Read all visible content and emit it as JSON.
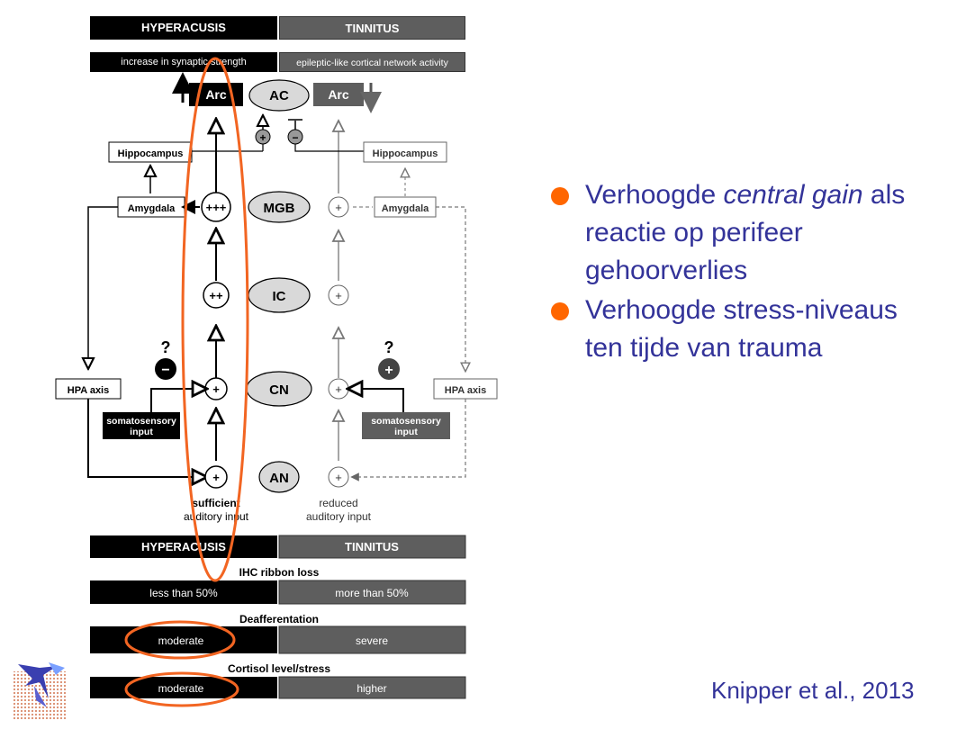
{
  "diagram": {
    "top_left_header": "HYPERACUSIS",
    "top_right_header": "TINNITUS",
    "top_left_sub": "increase in synaptic strength",
    "top_right_sub": "epileptic-like cortical network activity",
    "arc": "Arc",
    "ac": "AC",
    "hippocampus": "Hippocampus",
    "amygdala": "Amygdala",
    "mgb": "MGB",
    "ic": "IC",
    "cn": "CN",
    "an": "AN",
    "hpa_axis": "HPA axis",
    "somatosensory_line1": "somatosensory",
    "somatosensory_line2": "input",
    "question": "?",
    "plus3": "+++",
    "plus2": "++",
    "plus1": "+",
    "minus": "−",
    "sufficient": "sufficient",
    "reduced": "reduced",
    "auditory_input": "auditory input",
    "bottom_left_header": "HYPERACUSIS",
    "bottom_right_header": "TINNITUS",
    "ihc_title": "IHC ribbon loss",
    "ihc_left": "less than 50%",
    "ihc_right": "more than 50%",
    "deaff_title": "Deafferentation",
    "deaff_left": "moderate",
    "deaff_right": "severe",
    "cortisol_title": "Cortisol level/stress",
    "cortisol_left": "moderate",
    "cortisol_right": "higher"
  },
  "bullets": [
    {
      "pre": "Verhoogde ",
      "em": "central gain",
      "post": " als reactie op perifeer gehoorverlies"
    },
    {
      "pre": "Verhoogde stress-niveaus ten tijde van trauma",
      "em": "",
      "post": ""
    }
  ],
  "citation": "Knipper et al., 2013",
  "colors": {
    "bullet": "#ff6600",
    "text": "#333399",
    "highlight": "#f26522",
    "dark": "#000000",
    "grey": "#5e5e5e"
  }
}
